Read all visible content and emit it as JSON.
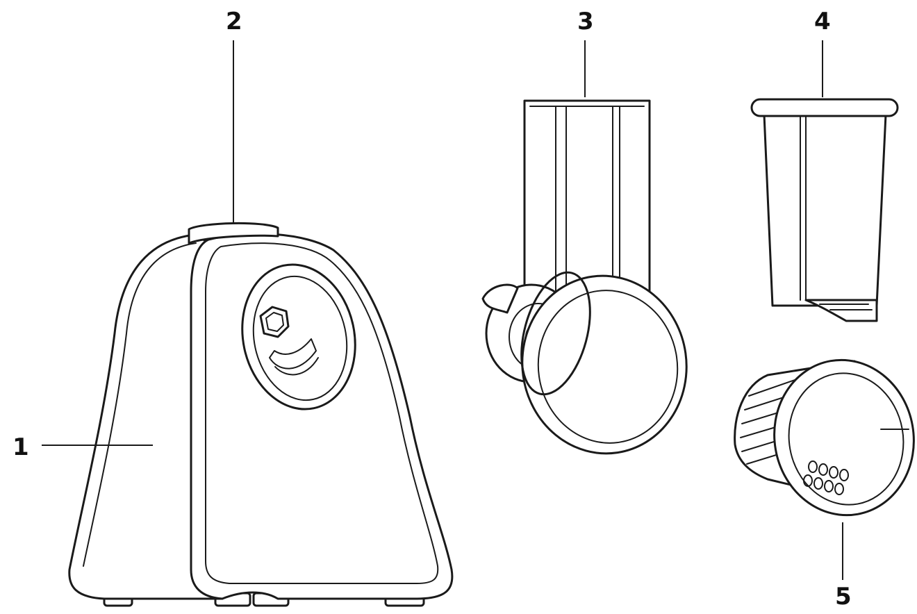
{
  "diagram": {
    "callouts": [
      {
        "id": "c1",
        "label": "1"
      },
      {
        "id": "c2",
        "label": "2"
      },
      {
        "id": "c3",
        "label": "3"
      },
      {
        "id": "c4",
        "label": "4"
      },
      {
        "id": "c5",
        "label": "5"
      }
    ],
    "colors": {
      "line": "#1a1a1a",
      "background": "#ffffff",
      "text": "#111111"
    }
  }
}
